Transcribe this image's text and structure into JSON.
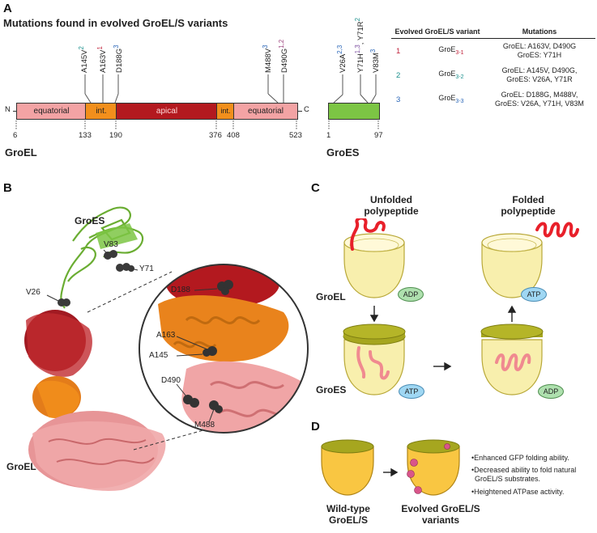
{
  "panels": {
    "A": "A",
    "B": "B",
    "C": "C",
    "D": "D"
  },
  "colors": {
    "equatorial": "#f3a3a4",
    "intermediate": "#f28f1c",
    "apical": "#b3191f",
    "groes": "#7cc544",
    "variant1": "#c0213a",
    "variant2": "#1a8f8c",
    "variant3": "#2a66b8",
    "lid": "#a6a61f",
    "cup": "#f8efad",
    "cup_filled": "#f9c642"
  },
  "panelA": {
    "title": "Mutations found in evolved GroEL/S variants",
    "groel_label": "GroEL",
    "groes_label": "GroES",
    "n_term": "N",
    "c_term": "C",
    "groel_domains": [
      {
        "label": "equatorial",
        "start": 6,
        "end": 133
      },
      {
        "label": "int.",
        "start": 133,
        "end": 190
      },
      {
        "label": "apical",
        "start": 190,
        "end": 376
      },
      {
        "label": "int.",
        "start": 376,
        "end": 408
      },
      {
        "label": "equatorial",
        "start": 408,
        "end": 523
      }
    ],
    "groel_ticks": [
      "6",
      "133",
      "190",
      "376",
      "408",
      "523"
    ],
    "groes_ticks": [
      "1",
      "97"
    ],
    "groel_mutations": [
      {
        "name": "A145V",
        "sup": "2",
        "sup_color": "variant2"
      },
      {
        "name": "A163V",
        "sup": "1",
        "sup_color": "variant1"
      },
      {
        "name": "D188G",
        "sup": "3",
        "sup_color": "variant3"
      },
      {
        "name": "M488V",
        "sup": "3",
        "sup_color": "variant3"
      },
      {
        "name": "D490G",
        "sup": "1,2",
        "sup_color": "mixed12"
      }
    ],
    "groes_mutations": [
      {
        "name": "V26A",
        "sup": "2,3",
        "sup_color": "variant3"
      },
      {
        "name": "Y71H",
        "sup": "1,3",
        "sup_color": "mixed13"
      },
      {
        "name": "Y71R",
        "sup": "2",
        "sup_color": "variant2"
      },
      {
        "name": "V83M",
        "sup": "3",
        "sup_color": "variant3"
      }
    ],
    "table": {
      "header_variant": "Evolved GroEL/S variant",
      "header_mutations": "Mutations",
      "rows": [
        {
          "num": "1",
          "variant": "GroE",
          "variant_sub": "3-1",
          "line1": "GroEL: A163V, D490G",
          "line2": "GroES: Y71H",
          "line3": ""
        },
        {
          "num": "2",
          "variant": "GroE",
          "variant_sub": "3-2",
          "line1": "GroEL: A145V, D490G,",
          "line2": "GroES: V26A, Y71R",
          "line3": ""
        },
        {
          "num": "3",
          "variant": "GroE",
          "variant_sub": "3-3",
          "line1": "GroEL: D188G, M488V,",
          "line2": "GroES: V26A, Y71H, V83M",
          "line3": ""
        }
      ]
    }
  },
  "panelB": {
    "groes_label": "GroES",
    "groel_label": "GroEL",
    "residues_main": [
      "V83",
      "Y71",
      "V26"
    ],
    "residues_zoom": [
      "D188",
      "A163",
      "A145",
      "D490",
      "M488"
    ]
  },
  "panelC": {
    "unfolded_label_1": "Unfolded",
    "unfolded_label_2": "polypeptide",
    "folded_label_1": "Folded",
    "folded_label_2": "polypeptide",
    "groel_label": "GroEL",
    "groes_label": "GroES",
    "badges": [
      "ADP",
      "ATP",
      "ATP",
      "ADP"
    ]
  },
  "panelD": {
    "wt_label_1": "Wild-type",
    "wt_label_2": "GroEL/S",
    "evolved_label_1": "Evolved GroEL/S",
    "evolved_label_2": "variants",
    "bullets": [
      "Enhanced GFP folding ability.",
      "Decreased ability to fold natural",
      "GroEL/S substrates.",
      "Heightened ATPase activity."
    ]
  }
}
